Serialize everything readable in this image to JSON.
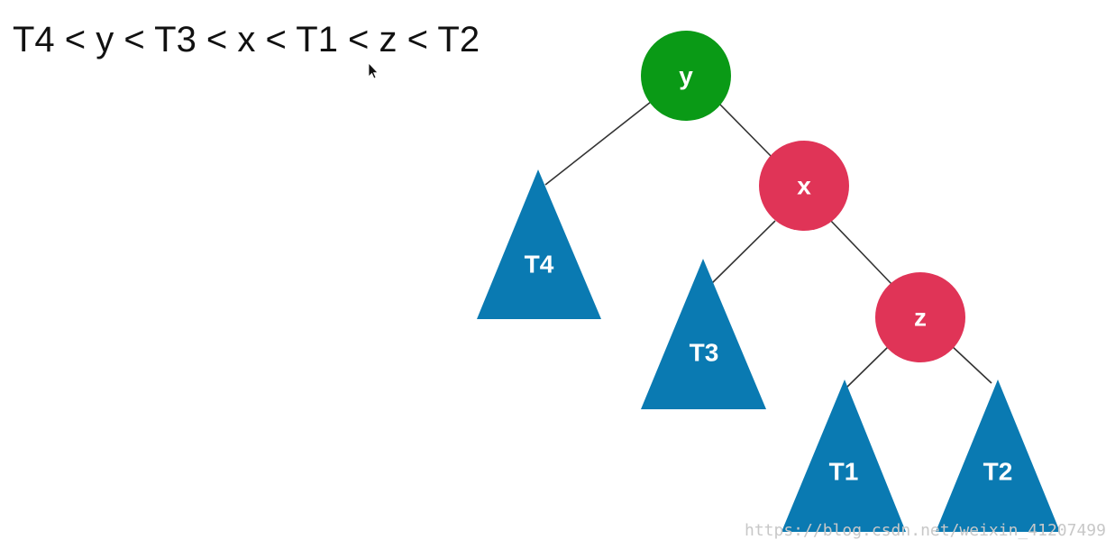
{
  "ordering_text": "T4 < y < T3 < x < T1 < z < T2",
  "nodes": {
    "y": {
      "label": "y",
      "color": "#0a9a16"
    },
    "x": {
      "label": "x",
      "color": "#e03457"
    },
    "z": {
      "label": "z",
      "color": "#e03457"
    }
  },
  "subtrees": {
    "t4": {
      "label": "T4",
      "color": "#0a7ab2"
    },
    "t3": {
      "label": "T3",
      "color": "#0a7ab2"
    },
    "t1": {
      "label": "T1",
      "color": "#0a7ab2"
    },
    "t2": {
      "label": "T2",
      "color": "#0a7ab2"
    }
  },
  "watermark": "https://blog.csdn.net/weixin_41207499",
  "edge_color": "#333333",
  "cursor_icon": "mouse-pointer-icon"
}
